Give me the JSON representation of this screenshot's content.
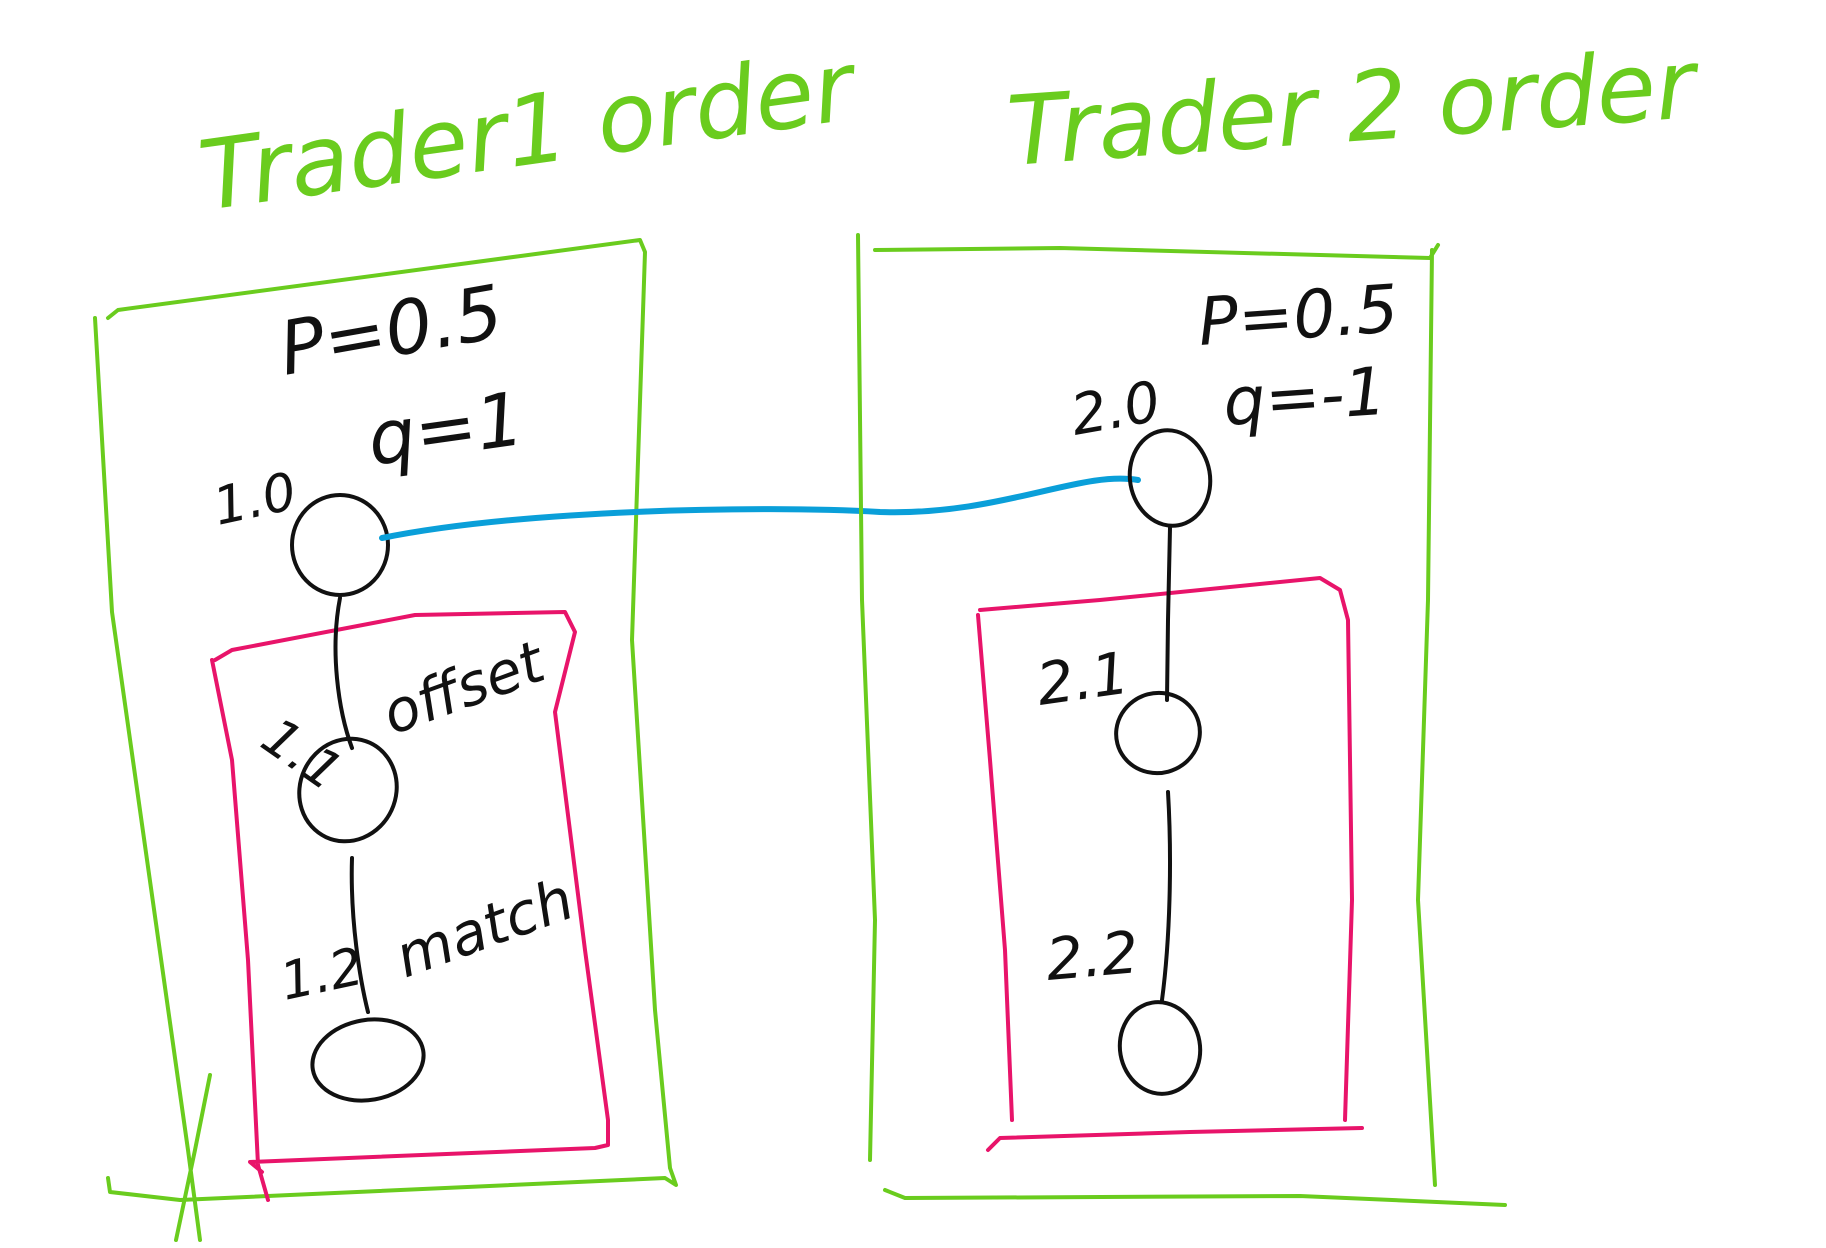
{
  "colors": {
    "background": "#ffffff",
    "order_box": "#6acc1e",
    "range_box": "#e8146a",
    "link": "#0a9fd9",
    "ink": "#111111"
  },
  "trader1": {
    "title": "Trader1 order",
    "price": "P=0.5",
    "qty": "q=1",
    "nodes": {
      "n10": "1.0",
      "n11": "1.1",
      "n12": "1.2"
    },
    "annotations": {
      "offset": "offset",
      "match": "match"
    }
  },
  "trader2": {
    "title": "Trader 2 order",
    "price": "P=0.5",
    "qty": "q=-1",
    "nodes": {
      "n20": "2.0",
      "n21": "2.1",
      "n22": "2.2"
    }
  }
}
